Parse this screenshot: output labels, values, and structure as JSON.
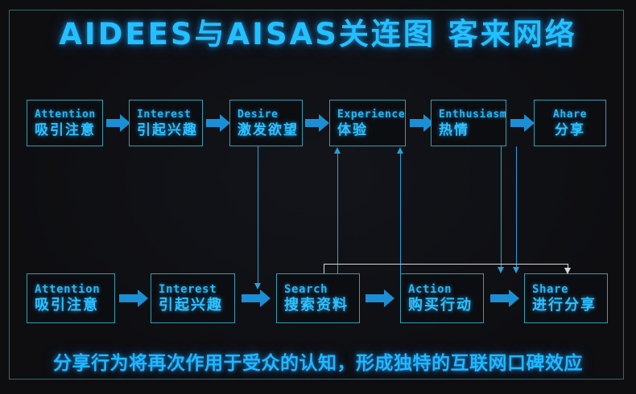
{
  "title": "AIDEES与AISAS关连图 客来网络",
  "caption": "分享行为将再次作用于受众的认知，形成独特的互联网口碑效应",
  "colors": {
    "background": "#0e0e11",
    "frame_border": "#2a6e6b",
    "node_border": "#2f9fb5",
    "text_cyan": "#2ec2ff",
    "text_en": "#27b7f2",
    "arrow_blue": "#1b8fd4",
    "connector": "#2a9fd8",
    "connector_white": "#d6d9dc"
  },
  "aidees_row": {
    "label": "AIDEES",
    "nodes": [
      {
        "en": "Attention",
        "cn": "吸引注意"
      },
      {
        "en": "Interest",
        "cn": "引起兴趣"
      },
      {
        "en": "Desire",
        "cn": "激发欲望"
      },
      {
        "en": "Experience",
        "cn": "体验"
      },
      {
        "en": "Enthusiasm",
        "cn": "热情"
      },
      {
        "en": "Ahare",
        "cn": "分享"
      }
    ]
  },
  "aisas_row": {
    "label": "AISAS",
    "nodes": [
      {
        "en": "Attention",
        "cn": "吸引注意"
      },
      {
        "en": "Interest",
        "cn": "引起兴趣"
      },
      {
        "en": "Search",
        "cn": "搜索资料"
      },
      {
        "en": "Action",
        "cn": "购买行动"
      },
      {
        "en": "Share",
        "cn": "进行分享"
      }
    ]
  }
}
